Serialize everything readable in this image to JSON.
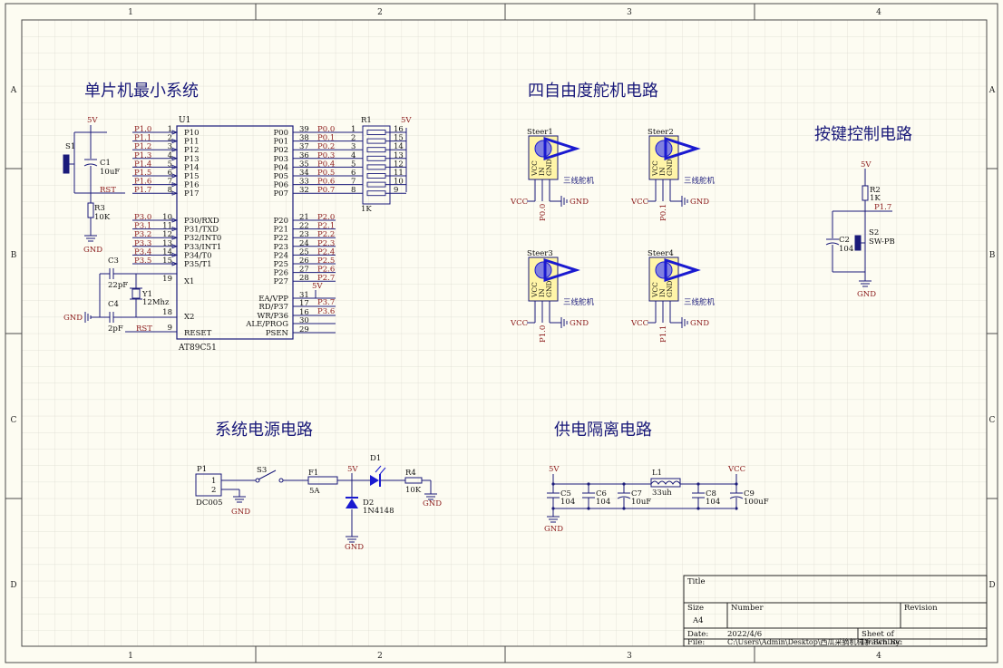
{
  "colors": {
    "paper": "#fdfcf2",
    "grid": "#dcdad0",
    "frame": "#4a4a4a",
    "net": "#8b1a1a",
    "wire": "#1a1a7a",
    "ink": "#111111",
    "servo": "#1a1ad0"
  },
  "border": {
    "cols": [
      "1",
      "2",
      "3",
      "4"
    ],
    "rows": [
      "A",
      "B",
      "C",
      "D"
    ]
  },
  "sections": {
    "mcu": "单片机最小系统",
    "servo": "四自由度舵机电路",
    "key": "按键控制电路",
    "power": "系统电源电路",
    "isolation": "供电隔离电路"
  },
  "mcu": {
    "ref": "U1",
    "part": "AT89C51",
    "p1_pins": [
      "P10",
      "P11",
      "P12",
      "P13",
      "P14",
      "P15",
      "P16",
      "P17"
    ],
    "p1_nums": [
      "1",
      "2",
      "3",
      "4",
      "5",
      "6",
      "7",
      "8"
    ],
    "p1_nets": [
      "P1.0",
      "P1.1",
      "P1.2",
      "P1.3",
      "P1.4",
      "P1.5",
      "P1.6",
      "P1.7"
    ],
    "p3_pins": [
      "P30/RXD",
      "P31/TXD",
      "P32/INT0",
      "P33/INT1",
      "P34/T0",
      "P35/T1"
    ],
    "p3_nums": [
      "10",
      "11",
      "12",
      "13",
      "14",
      "15"
    ],
    "p3_nets": [
      "P3.0",
      "P3.1",
      "P3.2",
      "P3.3",
      "P3.4",
      "P3.5"
    ],
    "p0_pins": [
      "P00",
      "P01",
      "P02",
      "P03",
      "P04",
      "P05",
      "P06",
      "P07"
    ],
    "p0_nums": [
      "39",
      "38",
      "37",
      "36",
      "35",
      "34",
      "33",
      "32"
    ],
    "p0_nets": [
      "P0.0",
      "P0.1",
      "P0.2",
      "P0.3",
      "P0.4",
      "P0.5",
      "P0.6",
      "P0.7"
    ],
    "p2_pins": [
      "P20",
      "P21",
      "P22",
      "P23",
      "P24",
      "P25",
      "P26",
      "P27"
    ],
    "p2_nums": [
      "21",
      "22",
      "23",
      "24",
      "25",
      "26",
      "27",
      "28"
    ],
    "p2_nets": [
      "P2.0",
      "P2.1",
      "P2.2",
      "P2.3",
      "P2.4",
      "P2.5",
      "P2.6",
      "P2.7"
    ],
    "ctrl_pins": [
      "EA/VPP",
      "RD/P37",
      "WR/P36",
      "ALE/PROG",
      "PSEN"
    ],
    "ctrl_nums": [
      "31",
      "17",
      "16",
      "30",
      "29"
    ],
    "x1": "X1",
    "x2": "X2",
    "reset": "RESET",
    "x1_num": "19",
    "x2_num": "18",
    "rst_num": "9",
    "ea_net": "5V",
    "p37_net": "P3.7",
    "p36_net": "P3.6"
  },
  "reset_circuit": {
    "sw": "S1",
    "cap": "C1",
    "cap_val": "10uF",
    "res": "R3",
    "res_val": "10K",
    "vcc": "5V",
    "rst": "RST",
    "gnd": "GND"
  },
  "crystal": {
    "c3": "C3",
    "c3_val": "22pF",
    "c4": "C4",
    "c4_val": "2pF",
    "y": "Y1",
    "y_val": "12Mhz",
    "gnd": "GND",
    "rst": "RST"
  },
  "rpack": {
    "ref": "R1",
    "val": "1K",
    "vcc": "5V",
    "left_nums": [
      "1",
      "2",
      "3",
      "4",
      "5",
      "6",
      "7",
      "8"
    ],
    "right_nums": [
      "16",
      "15",
      "14",
      "13",
      "12",
      "11",
      "10",
      "9"
    ]
  },
  "servos": [
    {
      "ref": "Steer1",
      "net": "P0.0"
    },
    {
      "ref": "Steer2",
      "net": "P0.1"
    },
    {
      "ref": "Steer3",
      "net": "P1.0"
    },
    {
      "ref": "Steer4",
      "net": "P1.1"
    }
  ],
  "servo_common": {
    "pins": [
      "VCC",
      "IN",
      "GND"
    ],
    "label": "三线舵机",
    "vcc": "VCC",
    "gnd": "GND"
  },
  "key": {
    "r": "R2",
    "r_val": "1K",
    "vcc": "5V",
    "net": "P1.7",
    "c": "C2",
    "c_val": "104",
    "s": "S2",
    "s_val": "SW-PB",
    "gnd": "GND"
  },
  "power": {
    "p1": "P1",
    "p1_val": "DC005",
    "pins": [
      "1",
      "2"
    ],
    "s3": "S3",
    "f1": "F1",
    "f1_val": "5A",
    "vcc": "5V",
    "d1": "D1",
    "d2": "D2",
    "d2_val": "1N4148",
    "r4": "R4",
    "r4_val": "10K",
    "gnd": "GND"
  },
  "isolation": {
    "in": "5V",
    "out": "VCC",
    "gnd": "GND",
    "l1": "L1",
    "l1_val": "33uh",
    "caps": [
      {
        "ref": "C5",
        "val": "104"
      },
      {
        "ref": "C6",
        "val": "104"
      },
      {
        "ref": "C7",
        "val": "10uF"
      },
      {
        "ref": "C8",
        "val": "104"
      },
      {
        "ref": "C9",
        "val": "100uF"
      }
    ]
  },
  "titleblock": {
    "title": "Title",
    "size": "Size",
    "size_val": "A4",
    "number": "Number",
    "revision": "Revision",
    "date": "Date:",
    "date_val": "2022/4/6",
    "sheet": "Sheet   of",
    "file": "File:",
    "file_val": "C:\\Users\\Admin\\Desktop\\西瓜采摘机械手.SchDoc",
    "drawn": "Drawn By:"
  }
}
